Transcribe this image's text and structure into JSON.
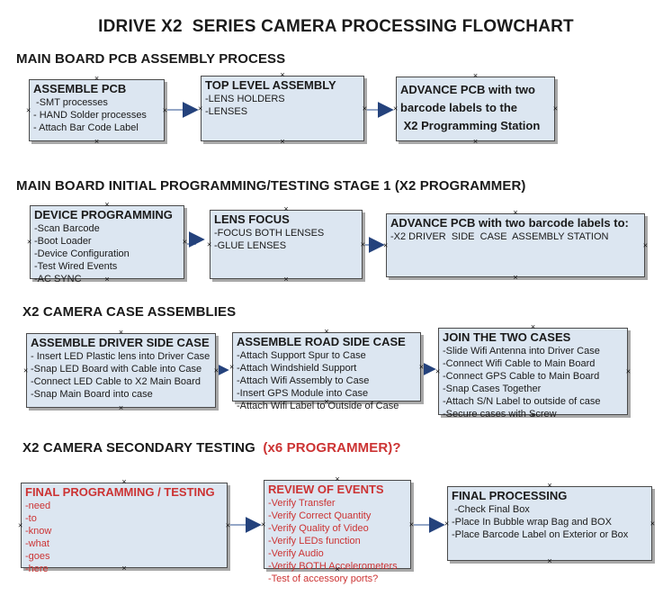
{
  "title": "IDRIVE X2  SERIES CAMERA PROCESSING FLOWCHART",
  "colors": {
    "accent_red": "#cc3333",
    "box_fill": "#dce6f1",
    "box_border": "#4a4a4a",
    "box_shadow": "#a8a8a8",
    "connector_line": "#94a7c7",
    "arrow_head": "#24427c",
    "text_black": "#1a1a1a"
  },
  "decor": {
    "anchor_glyph": "×"
  },
  "sections": {
    "pcb_assembly": {
      "heading": "MAIN BOARD PCB ASSEMBLY PROCESS",
      "boxes": {
        "assemble_pcb": {
          "title": "ASSEMBLE PCB",
          "items": [
            " -SMT processes",
            "- HAND Solder processes",
            "- Attach Bar Code Label"
          ]
        },
        "top_level_assembly": {
          "title": "TOP LEVEL ASSEMBLY",
          "items": [
            "-LENS HOLDERS",
            "-LENSES"
          ]
        },
        "advance_to_programming": {
          "title": "ADVANCE PCB with two\nbarcode labels to the\n X2 Programming Station",
          "items": []
        }
      }
    },
    "initial_programming": {
      "heading": "MAIN BOARD INITIAL PROGRAMMING/TESTING STAGE 1 (X2 PROGRAMMER)",
      "boxes": {
        "device_programming": {
          "title": "DEVICE PROGRAMMING",
          "items": [
            "-Scan Barcode",
            "-Boot Loader",
            "-Device Configuration",
            "-Test Wired Events",
            "-AC SYNC"
          ]
        },
        "lens_focus": {
          "title": "LENS FOCUS",
          "items": [
            "-FOCUS BOTH LENSES",
            "-GLUE LENSES"
          ]
        },
        "advance_to_case_assembly": {
          "title": "ADVANCE PCB with two barcode labels to:",
          "items": [
            "-X2 DRIVER  SIDE  CASE  ASSEMBLY STATION"
          ]
        }
      }
    },
    "case_assemblies": {
      "heading": "X2 CAMERA CASE ASSEMBLIES",
      "boxes": {
        "driver_side_case": {
          "title": "ASSEMBLE DRIVER SIDE CASE",
          "items": [
            "- Insert LED Plastic lens into Driver Case",
            "-Snap LED Board with Cable into Case",
            "-Connect LED Cable to X2 Main Board",
            "-Snap Main Board into case"
          ]
        },
        "road_side_case": {
          "title": "ASSEMBLE ROAD SIDE CASE",
          "items": [
            "-Attach Support Spur to Case",
            "-Attach Windshield Support",
            "-Attach Wifi Assembly to Case",
            "-Insert GPS Module into Case",
            "-Attach Wifi Label to Outside of Case"
          ]
        },
        "join_cases": {
          "title": "JOIN THE TWO CASES",
          "items": [
            "-Slide Wifi Antenna into Driver Case",
            "-Connect Wifi Cable to Main Board",
            "-Connect GPS Cable to Main Board",
            "-Snap Cases Together",
            "-Attach S/N Label to outside of case",
            "-Secure cases with Screw"
          ]
        }
      }
    },
    "secondary_testing": {
      "heading": "X2 CAMERA SECONDARY TESTING",
      "heading_red": "  (x6 PROGRAMMER)?",
      "boxes": {
        "final_programming": {
          "title": "FINAL PROGRAMMING / TESTING",
          "items": [
            "-need",
            "-to",
            "-know",
            "-what",
            "-goes",
            "-here"
          ]
        },
        "review_of_events": {
          "title": "REVIEW OF EVENTS",
          "items": [
            "-Verify Transfer",
            "-Verify Correct Quantity",
            "-Verify Quality of Video",
            "-Verify LEDs function",
            "-Verify Audio",
            "-Verify BOTH Accelerometers",
            "-Test of accessory ports?"
          ]
        },
        "final_processing": {
          "title": "FINAL PROCESSING",
          "items": [
            " -Check Final Box",
            "-Place In Bubble wrap Bag and BOX",
            "-Place Barcode Label on Exterior or Box"
          ]
        }
      }
    }
  }
}
